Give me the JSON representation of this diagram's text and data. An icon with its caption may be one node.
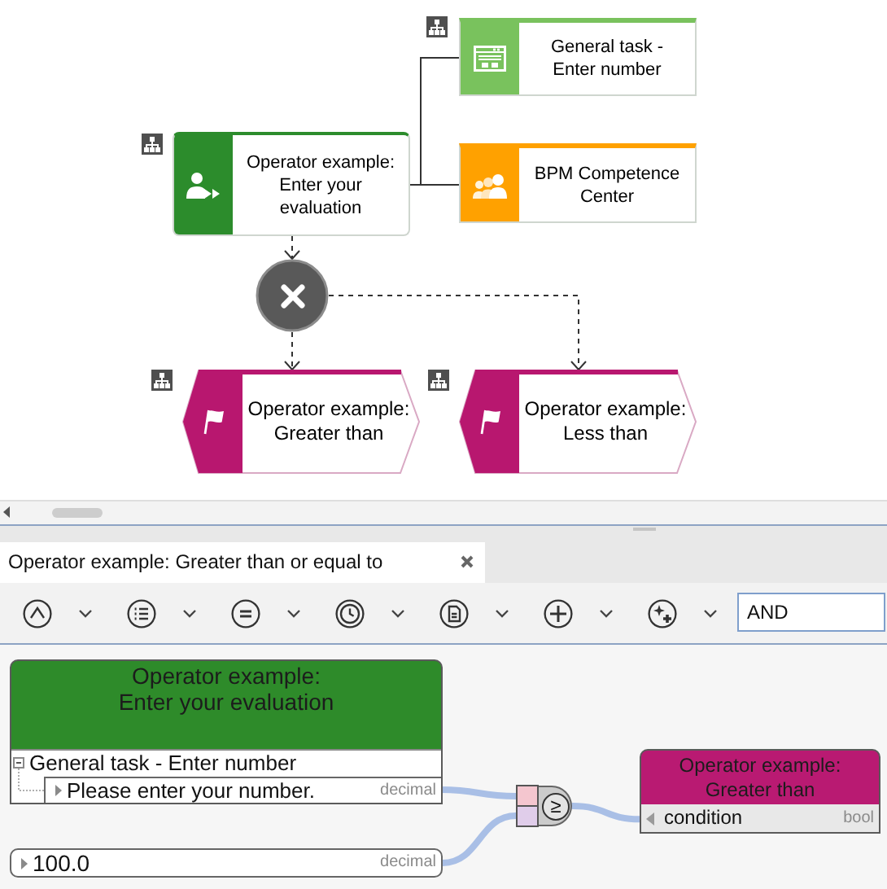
{
  "diagram": {
    "nodes": [
      {
        "text": [
          "Operator example: Enter your evaluation"
        ]
      },
      {
        "text": [
          "General task - Enter number"
        ]
      },
      {
        "text": [
          "BPM Competence Center"
        ]
      },
      {
        "text": [],
        "shape": "circle"
      },
      {
        "text": [
          "Operator example: Greater than"
        ]
      },
      {
        "text": [
          "Operator example: Less than"
        ]
      },
      {
        "text": [
          "Operator example: Enter your evaluation"
        ]
      },
      {
        "text": [
          "General task - Enter number"
        ],
        "in": 6
      },
      {
        "text": [
          "Please enter your number.",
          "decimal"
        ],
        "in": 7
      },
      {
        "text": [
          "100.0",
          "decimal"
        ]
      },
      {
        "text": [
          "≥"
        ]
      },
      {
        "text": [
          "Operator example: Greater than",
          "condition",
          "bool"
        ]
      }
    ],
    "edges": [
      {
        "from": 0,
        "to": 1,
        "arrow": "none"
      },
      {
        "from": 0,
        "to": 2,
        "arrow": "none"
      },
      {
        "from": 0,
        "to": 3,
        "arrow": "to",
        "style": "dashed"
      },
      {
        "from": 3,
        "to": 4,
        "arrow": "to",
        "style": "dashed"
      },
      {
        "from": 3,
        "to": 5,
        "arrow": "to",
        "style": "dashed"
      },
      {
        "from": 8,
        "to": 10,
        "arrow": "none",
        "style": "thick",
        "color": "#a9bfe6"
      },
      {
        "from": 9,
        "to": 10,
        "arrow": "none",
        "style": "thick",
        "color": "#a9bfe6"
      },
      {
        "from": 10,
        "to": 11,
        "arrow": "none",
        "style": "thick",
        "color": "#a9bfe6"
      },
      {
        "from": 7,
        "to": 8,
        "arrow": "none",
        "style": "dashed",
        "color": "#b0b0b0"
      }
    ],
    "labels": [
      "Operator example: Greater than or equal to",
      "AND"
    ]
  }
}
